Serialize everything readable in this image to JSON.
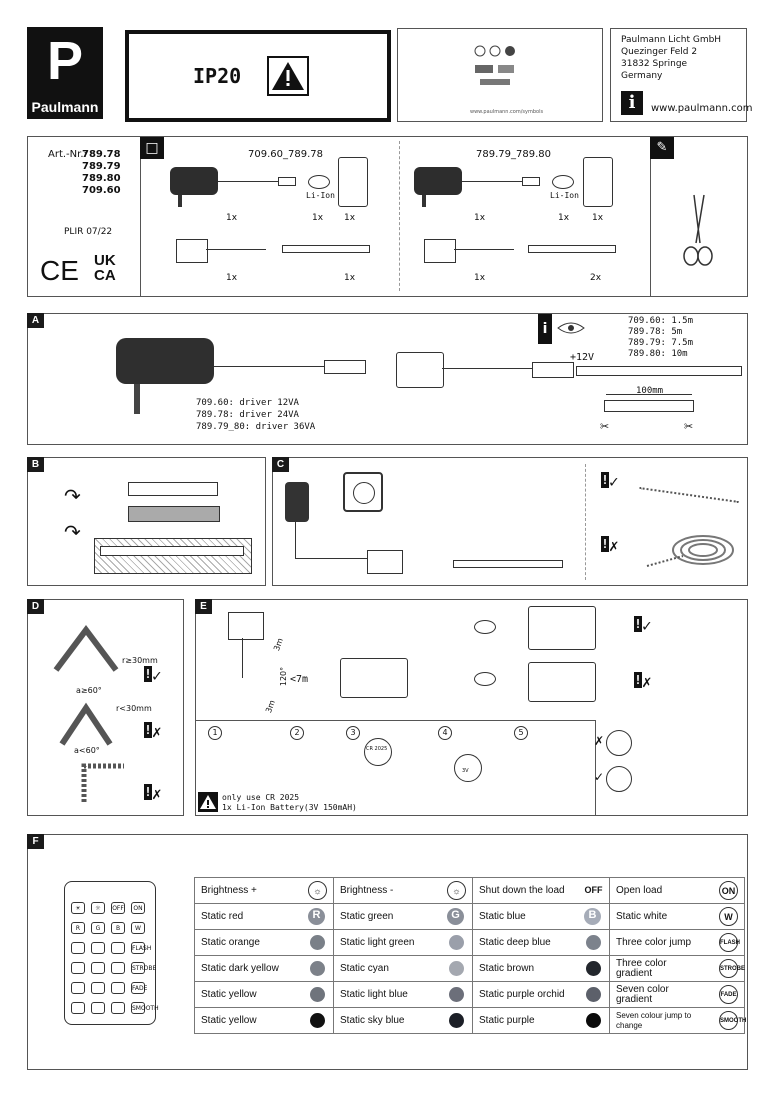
{
  "header": {
    "brand_name": "Paulmann",
    "logo_letter": "P",
    "ip_rating": "IP20",
    "symbols_url": "www.paulmann.com/symbols",
    "address": [
      "Paulmann Licht GmbH",
      "Quezinger Feld 2",
      "31832 Springe",
      "Germany"
    ],
    "website": "www.paulmann.com",
    "info_icon": "i"
  },
  "article": {
    "label": "Art.-Nr.:",
    "numbers": [
      "789.78",
      "789.79",
      "789.80",
      "709.60"
    ],
    "plir": "PLIR 07/22",
    "ce": "CE",
    "ukca_1": "UK",
    "ukca_2": "CA"
  },
  "package_left": {
    "heading": "709.60_789.78",
    "li_ion": "Li-Ion",
    "qty_driver": "1x",
    "qty_battery": "1x",
    "qty_remote": "1x",
    "qty_controller": "1x",
    "qty_strip": "1x"
  },
  "package_right": {
    "heading": "789.79_789.80",
    "li_ion": "Li-Ion",
    "qty_driver": "1x",
    "qty_battery": "1x",
    "qty_remote": "1x",
    "qty_controller": "1x",
    "qty_strip": "2x"
  },
  "section_a": {
    "tag": "A",
    "drivers": [
      "709.60: driver 12VA",
      "789.78: driver 24VA",
      "789.79_80: driver 36VA"
    ],
    "lengths": [
      "709.60:  1.5m",
      "789.78:  5m",
      "789.79: 7.5m",
      "789.80: 10m"
    ],
    "voltage": "+12V",
    "cut_length": "100mm"
  },
  "section_b": {
    "tag": "B"
  },
  "section_c": {
    "tag": "C"
  },
  "section_d": {
    "tag": "D",
    "r_ok": "r≥30mm",
    "a_ok": "a≥60°",
    "r_bad": "r<30mm",
    "a_bad": "a<60°"
  },
  "section_e": {
    "tag": "E",
    "dist_3m_top": "3m",
    "dist_3m_bottom": "3m",
    "angle": "120°",
    "range": "<7m",
    "steps": [
      "1",
      "2",
      "3",
      "4",
      "5"
    ],
    "battery_label": "CR 2025",
    "battery_sub": "3V",
    "note_1": "only use CR 2025",
    "note_2": "1x Li-Ion Battery(3V 150mAH)"
  },
  "section_f": {
    "tag": "F",
    "remote_keys": [
      [
        "☀",
        "☼",
        "OFF",
        "ON"
      ],
      [
        "R",
        "G",
        "B",
        "W"
      ],
      [
        "",
        "",
        "",
        "FLASH"
      ],
      [
        "",
        "",
        "",
        "STROBE"
      ],
      [
        "",
        "",
        "",
        "FADE"
      ],
      [
        "",
        "",
        "",
        "SMOOTH"
      ]
    ],
    "legend": [
      [
        {
          "label": "Brightness +",
          "icon": "☼",
          "kind": "button"
        },
        {
          "label": "Brightness -",
          "icon": "☼",
          "kind": "button"
        },
        {
          "label": "Shut down the load",
          "icon": "OFF",
          "kind": "bold"
        },
        {
          "label": "Open load",
          "icon": "ON",
          "kind": "button"
        }
      ],
      [
        {
          "label": "Static red",
          "icon": "R",
          "kind": "letter",
          "color": "#8a8f99"
        },
        {
          "label": "Static green",
          "icon": "G",
          "kind": "letter",
          "color": "#8a8f99"
        },
        {
          "label": "Static blue",
          "icon": "B",
          "kind": "letter",
          "color": "#a6acb8"
        },
        {
          "label": "Static white",
          "icon": "W",
          "kind": "button"
        }
      ],
      [
        {
          "label": "Static orange",
          "kind": "swatch",
          "color": "#7a8088"
        },
        {
          "label": "Static light green",
          "kind": "swatch",
          "color": "#9a9faa"
        },
        {
          "label": "Static deep blue",
          "kind": "swatch",
          "color": "#7c828c"
        },
        {
          "label": "Three color jump",
          "icon": "FLASH",
          "kind": "button"
        }
      ],
      [
        {
          "label": "Static dark yellow",
          "kind": "swatch",
          "color": "#7c8189"
        },
        {
          "label": "Static cyan",
          "kind": "swatch",
          "color": "#a4a8b0"
        },
        {
          "label": "Static brown",
          "kind": "swatch",
          "color": "#23272d"
        },
        {
          "label": "Three color gradient",
          "icon": "STROBE",
          "kind": "button"
        }
      ],
      [
        {
          "label": "Static yellow",
          "kind": "swatch",
          "color": "#6f747c"
        },
        {
          "label": "Static light blue",
          "kind": "swatch",
          "color": "#6c6f7a"
        },
        {
          "label": "Static purple orchid",
          "kind": "swatch",
          "color": "#5c606a"
        },
        {
          "label": "Seven color gradient",
          "icon": "FADE",
          "kind": "button"
        }
      ],
      [
        {
          "label": "Static yellow",
          "kind": "swatch",
          "color": "#111"
        },
        {
          "label": "Static sky blue",
          "kind": "swatch",
          "color": "#1c1f27"
        },
        {
          "label": "Static purple",
          "kind": "swatch",
          "color": "#0a0a0a"
        },
        {
          "label": "Seven colour jump to change",
          "icon": "SMOOTH",
          "kind": "button"
        }
      ]
    ]
  }
}
